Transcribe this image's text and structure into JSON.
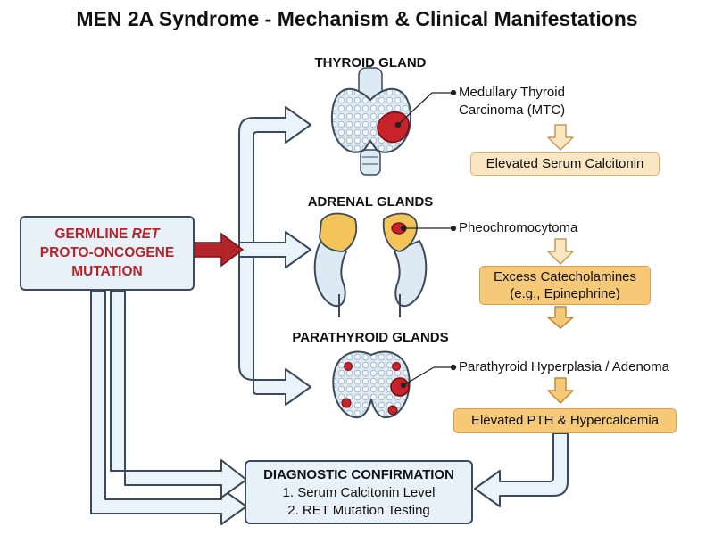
{
  "title": "MEN 2A Syndrome - Mechanism & Clinical Manifestations",
  "germline": {
    "line1_prefix": "GERMLINE ",
    "line1_italic": "RET",
    "line2": "PROTO-ONCOGENE",
    "line3": "MUTATION"
  },
  "thyroid": {
    "heading": "THYROID GLAND",
    "condition_line1": "Medullary Thyroid",
    "condition_line2": "Carcinoma (MTC)",
    "result": "Elevated Serum Calcitonin"
  },
  "adrenal": {
    "heading": "ADRENAL GLANDS",
    "condition": "Pheochromocytoma",
    "result_line1": "Excess Catecholamines",
    "result_line2": "(e.g., Epinephrine)"
  },
  "parathyroid": {
    "heading": "PARATHYROID GLANDS",
    "condition": "Parathyroid Hyperplasia / Adenoma",
    "result": "Elevated PTH & Hypercalcemia"
  },
  "diagnostic": {
    "title": "DIAGNOSTIC CONFIRMATION",
    "step1": "1. Serum Calcitonin Level",
    "step2": "2. RET Mutation Testing"
  },
  "colors": {
    "arrow_fill": "#eaf2fa",
    "arrow_stroke": "#3a4a5c",
    "mutation_red": "#b3252a",
    "tumor_red": "#c8222a",
    "organ_fill": "#dde9f3",
    "adrenal_yellow": "#f2c45a",
    "pill_light": "#fbe6c4",
    "pill_mid": "#f6c978"
  }
}
